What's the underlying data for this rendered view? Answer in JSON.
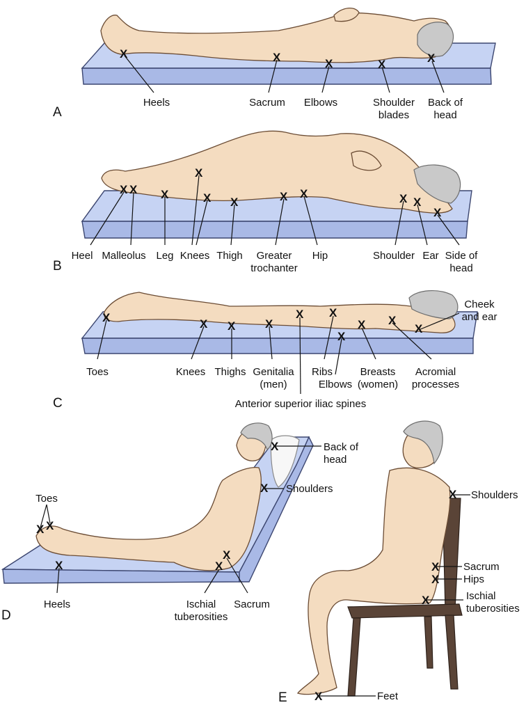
{
  "panels": {
    "A": {
      "letter": "A",
      "labels": {
        "heels": "Heels",
        "sacrum": "Sacrum",
        "elbows": "Elbows",
        "shoulder_blades": [
          "Shoulder",
          "blades"
        ],
        "back_of_head": [
          "Back of",
          "head"
        ]
      }
    },
    "B": {
      "letter": "B",
      "labels": {
        "heel": "Heel",
        "malleolus": "Malleolus",
        "leg": "Leg",
        "knees": "Knees",
        "thigh": "Thigh",
        "greater_trochanter": [
          "Greater",
          "trochanter"
        ],
        "hip": "Hip",
        "shoulder": "Shoulder",
        "ear": "Ear",
        "side_of_head": [
          "Side of",
          "head"
        ]
      }
    },
    "C": {
      "letter": "C",
      "labels": {
        "toes": "Toes",
        "knees": "Knees",
        "thighs": "Thighs",
        "genitalia": [
          "Genitalia",
          "(men)"
        ],
        "ribs": "Ribs",
        "elbows": "Elbows",
        "breasts": [
          "Breasts",
          "(women)"
        ],
        "acromial": [
          "Acromial",
          "processes"
        ],
        "cheek_ear": [
          "Cheek",
          "and ear"
        ],
        "iliac": "Anterior superior iliac spines"
      }
    },
    "D": {
      "letter": "D",
      "labels": {
        "toes": "Toes",
        "heels": "Heels",
        "ischial": [
          "Ischial",
          "tuberosities"
        ],
        "sacrum": "Sacrum",
        "shoulders": "Shoulders",
        "back_of_head": [
          "Back of",
          "head"
        ]
      }
    },
    "E": {
      "letter": "E",
      "labels": {
        "shoulders": "Shoulders",
        "sacrum": "Sacrum",
        "hips": "Hips",
        "ischial": [
          "Ischial",
          "tuberosities"
        ],
        "feet": "Feet"
      }
    }
  },
  "marker": "X",
  "colors": {
    "mattress": "#c6d3f3",
    "skin": "#f4dcc0",
    "hair": "#c9c9c9",
    "chair": "#5a4437"
  }
}
